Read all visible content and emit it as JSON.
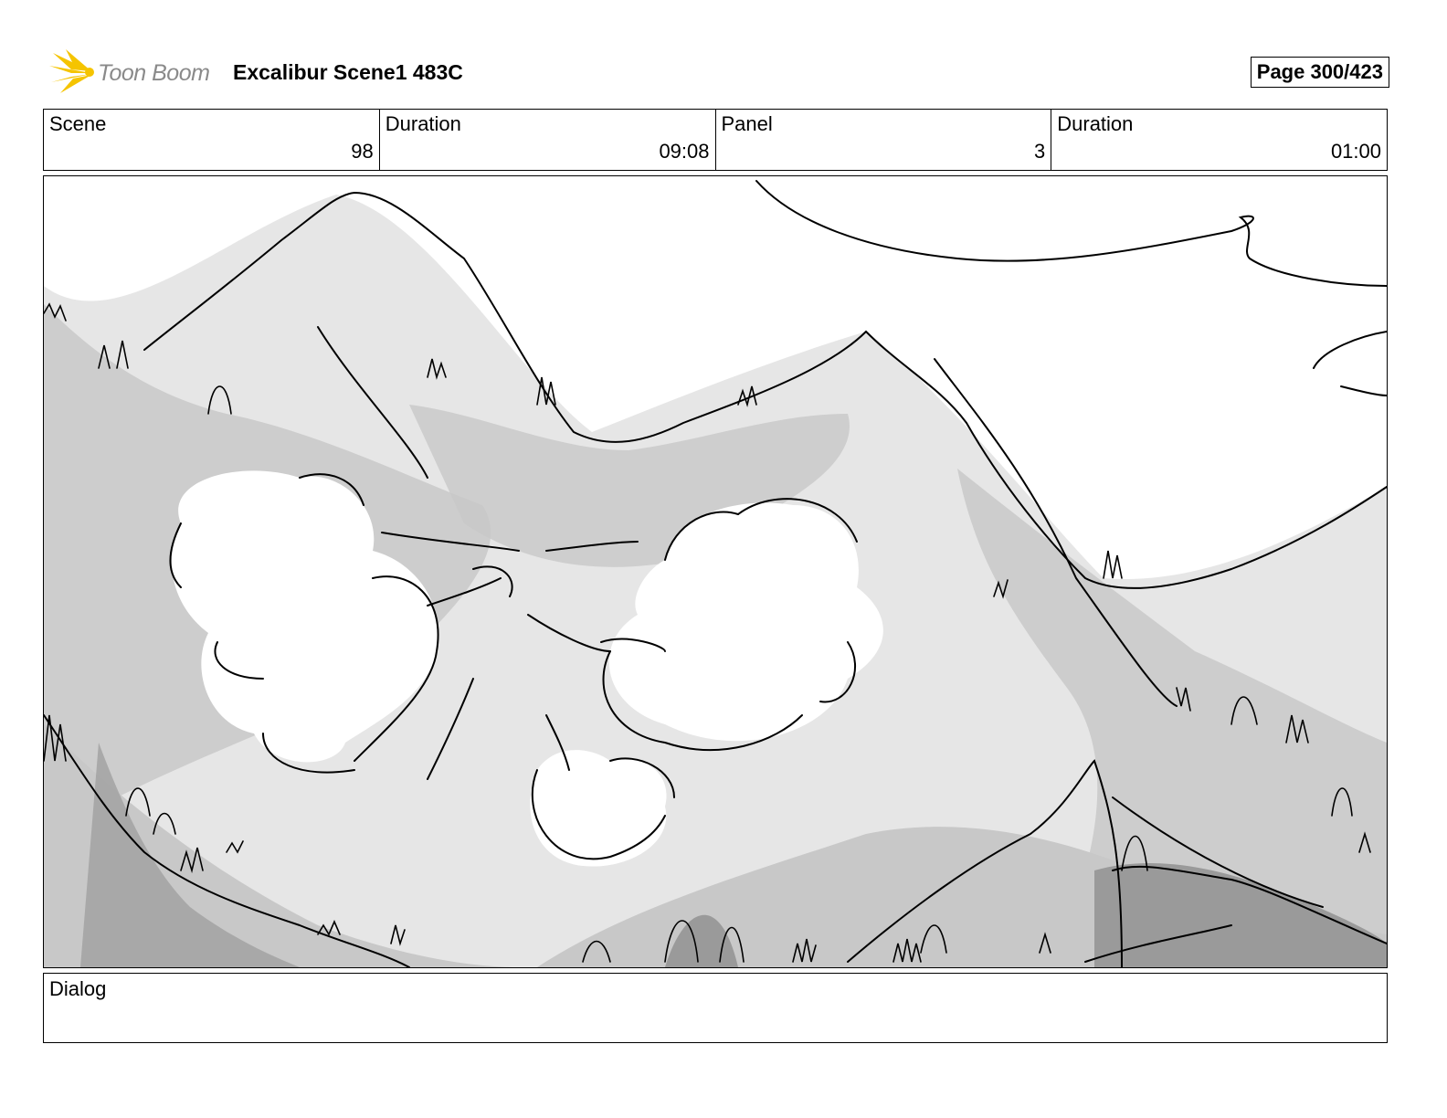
{
  "header": {
    "logo_text": "Toon Boom",
    "title": "Excalibur Scene1 483C",
    "page": "Page 300/423"
  },
  "info": {
    "scene_label": "Scene",
    "scene_value": "98",
    "scene_duration_label": "Duration",
    "scene_duration_value": "09:08",
    "panel_label": "Panel",
    "panel_value": "3",
    "panel_duration_label": "Duration",
    "panel_duration_value": "01:00"
  },
  "dialog": {
    "label": "Dialog"
  },
  "colors": {
    "logo_accent": "#f5c400",
    "sketch_light": "#e6e6e6",
    "sketch_mid": "#c8c8c8",
    "sketch_dark": "#9a9a9a"
  }
}
